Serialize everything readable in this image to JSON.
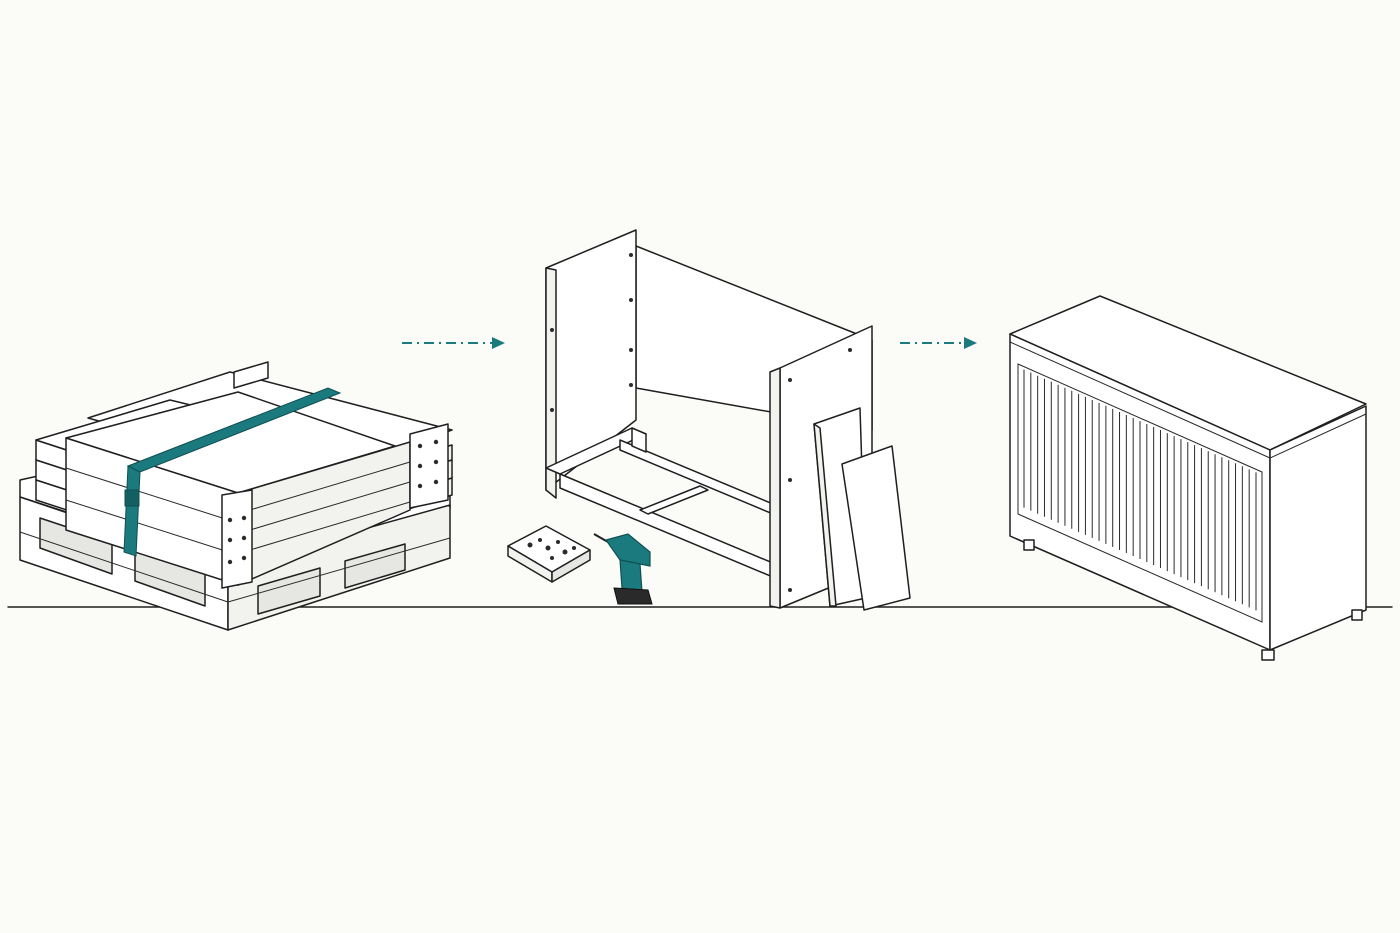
{
  "diagram": {
    "stages": [
      {
        "name": "stage-1-packaged-flat-pack",
        "items": [
          "pallet",
          "stacked-panels",
          "strap"
        ]
      },
      {
        "name": "stage-2-assembly-in-progress",
        "items": [
          "carcass-frame",
          "loose-panels",
          "hardware-tray",
          "cordless-drill"
        ]
      },
      {
        "name": "stage-3-finished-cabinet",
        "items": [
          "slatted-cabinet",
          "adjustable-feet"
        ]
      }
    ],
    "arrows": [
      {
        "from": "stage-1-packaged-flat-pack",
        "to": "stage-2-assembly-in-progress",
        "style": "dash-dot"
      },
      {
        "from": "stage-2-assembly-in-progress",
        "to": "stage-3-finished-cabinet",
        "style": "dash-dot"
      }
    ]
  },
  "colors": {
    "background": "#fbfbf8",
    "line": "#1f1f1f",
    "accent_teal": "#1b7a7e",
    "panel": "#ffffff",
    "shade": "#e6e6e2"
  }
}
